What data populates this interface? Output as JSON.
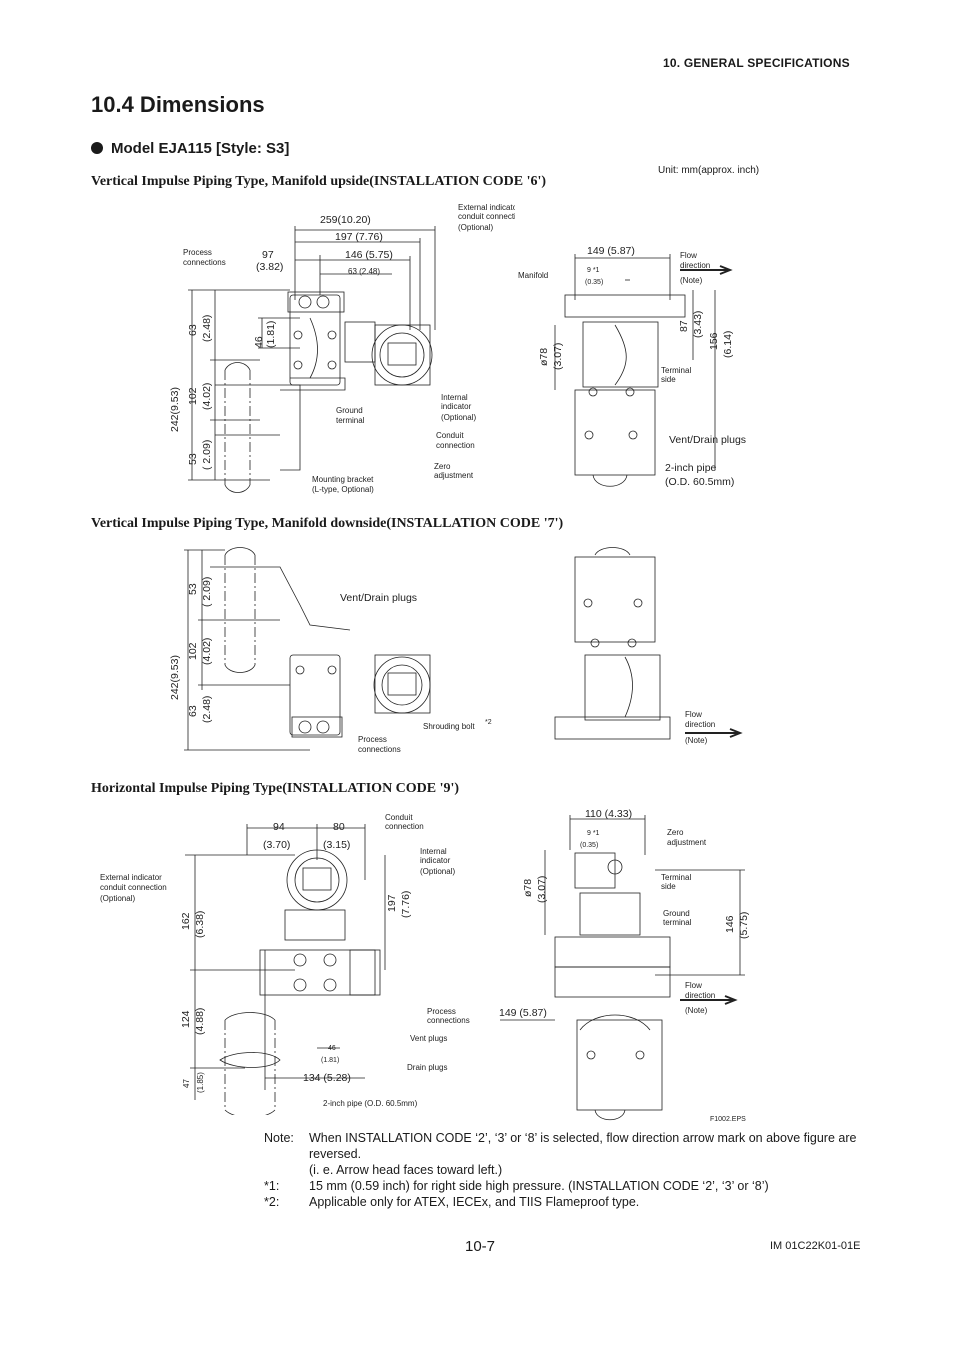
{
  "header": {
    "section": "10.  GENERAL SPECIFICATIONS"
  },
  "title": "10.4   Dimensions",
  "model_heading": "Model EJA115 [Style: S3]",
  "unit_note": "Unit: mm(approx. inch)",
  "sections": [
    "Vertical Impulse Piping Type, Manifold upside(INSTALLATION CODE '6')",
    "Vertical Impulse Piping Type, Manifold downside(INSTALLATION CODE '7')",
    "Horizontal Impulse Piping Type(INSTALLATION CODE '9')"
  ],
  "fig1": {
    "dims": [
      "259(10.20)",
      "197 (7.76)",
      "146 (5.75)",
      "63 (2.48)",
      "97",
      "(3.82)",
      "46",
      "(1.81)",
      "63",
      "(2.48)",
      "242(9.53)",
      "102",
      "(4.02)",
      "53",
      "( 2.09)"
    ],
    "labels": [
      "Process",
      "connections",
      "External  indicator",
      "conduit  connection",
      "(Optional)",
      "Ground",
      "terminal",
      "Internal",
      "indicator",
      "(Optional)",
      "Conduit",
      "connection",
      "Zero",
      "adjustment",
      "Mounting bracket",
      "(L-type, Optional)"
    ]
  },
  "fig1b": {
    "dims": [
      "149 (5.87)",
      "9 *1",
      "(0.35)",
      "ø78",
      "(3.07)",
      "87",
      "(3.43)",
      "156",
      "(6.14)"
    ],
    "labels": [
      "Manifold",
      "Flow",
      "direction",
      "(Note)",
      "Terminal",
      "side",
      "Vent/Drain  plugs",
      "2-inch  pipe",
      "(O.D. 60.5mm)"
    ]
  },
  "fig2": {
    "dims": [
      "53",
      "( 2.09)",
      "242(9.53)",
      "102",
      "(4.02)",
      "63",
      "(2.48)"
    ],
    "labels": [
      "Vent/Drain  plugs",
      "Shrouding bolt",
      "*2",
      "Process",
      "connections",
      "Flow",
      "direction",
      "(Note)"
    ]
  },
  "fig3": {
    "dims": [
      "94",
      "(3.70)",
      "80",
      "(3.15)",
      "162",
      "(6.38)",
      "197",
      "(7.76)",
      "124",
      "(4.88)",
      "47",
      "(1.85)",
      "46",
      "(1.81)",
      "134 (5.28)"
    ],
    "labels": [
      "Conduit",
      "connection",
      "Internal",
      "indicator",
      "(Optional)",
      "External  indicator",
      "conduit  connection",
      "(Optional)",
      "Process",
      "connections",
      "Vent  plugs",
      "Drain  plugs",
      "2-inch  pipe (O.D. 60.5mm)"
    ]
  },
  "fig3b": {
    "dims": [
      "110 (4.33)",
      "9 *1",
      "(0.35)",
      "ø78",
      "(3.07)",
      "146",
      "(5.75)",
      "149 (5.87)"
    ],
    "labels": [
      "Zero",
      "adjustment",
      "Terminal",
      "side",
      "Ground",
      "terminal",
      "Flow",
      "direction",
      "(Note)",
      "F1002.EPS"
    ]
  },
  "notes": [
    {
      "label": "Note:",
      "text": "When INSTALLATION CODE ‘2’, ‘3’ or ‘8’ is selected, flow direction arrow mark on above figure are reversed."
    },
    {
      "label": "",
      "text": "(i. e. Arrow head faces toward left.)"
    },
    {
      "label": "*1:",
      "text": "15 mm (0.59 inch) for right side high pressure. (INSTALLATION CODE ‘2’, ‘3’ or ‘8’)"
    },
    {
      "label": "*2:",
      "text": "Applicable only for ATEX, IECEx, and TIIS Flameproof type."
    }
  ],
  "footer": {
    "page": "10-7",
    "doc_id": "IM 01C22K01-01E"
  }
}
